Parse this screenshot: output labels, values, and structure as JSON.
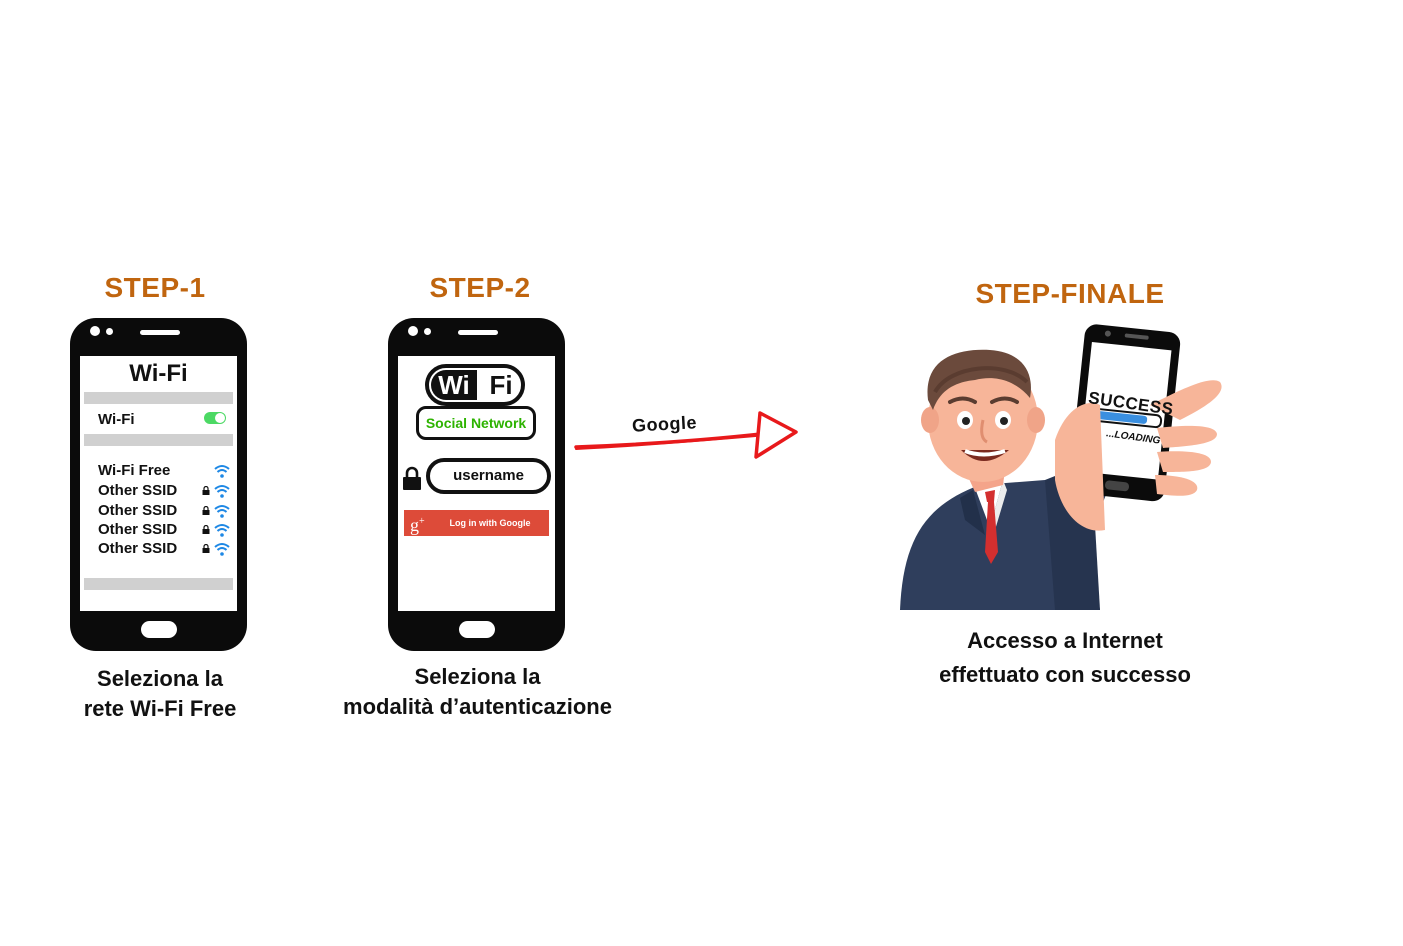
{
  "step1": {
    "title": "STEP-1",
    "screen_title": "Wi-Fi",
    "toggle_label": "Wi-Fi",
    "networks": [
      "Wi-Fi Free",
      "Other SSID",
      "Other SSID",
      "Other SSID",
      "Other SSID"
    ],
    "caption_line1": "Seleziona la",
    "caption_line2": "rete Wi-Fi Free"
  },
  "step2": {
    "title": "STEP-2",
    "logo_wi": "Wi",
    "logo_fi": "Fi",
    "social_label": "Social Network",
    "username_label": "username",
    "google_button_label": "Log in with Google",
    "caption_line1": "Seleziona la",
    "caption_line2": "modalità d’autenticazione"
  },
  "arrow": {
    "label": "Google",
    "color": "#e8191b"
  },
  "final": {
    "title": "STEP-FINALE",
    "success_label": "SUCCESS",
    "loading_label": "...LOADING",
    "caption_line1": "Accesso a Internet",
    "caption_line2": "effettuato con successo"
  },
  "colors": {
    "step_title": "#c0650f",
    "google_red": "#dd4b39",
    "toggle_green": "#4cd964",
    "wifi_blue": "#1e88e5",
    "social_green": "#2db300"
  }
}
